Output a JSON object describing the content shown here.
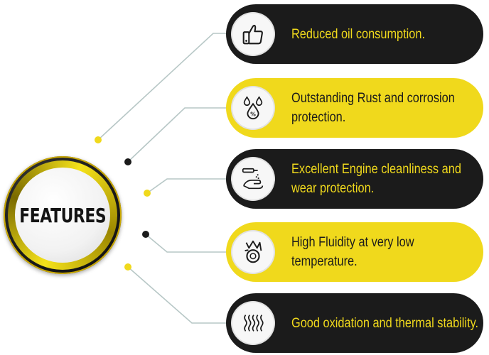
{
  "hub": {
    "label": "FEATURES"
  },
  "features": [
    {
      "text": "Reduced oil consumption.",
      "icon": "thumbs-up-icon",
      "style": "dark"
    },
    {
      "text": "Outstanding Rust and corrosion protection.",
      "icon": "droplets-percent-icon",
      "style": "yellow"
    },
    {
      "text": "Excellent Engine cleanliness and wear protection.",
      "icon": "hand-wash-icon",
      "style": "dark"
    },
    {
      "text": "High Fluidity at very low temperature.",
      "icon": "snowflake-flame-icon",
      "style": "yellow"
    },
    {
      "text": "Good oxidation and thermal stability.",
      "icon": "heat-waves-icon",
      "style": "dark"
    }
  ],
  "colors": {
    "dark": "#1b1b1b",
    "yellow": "#f0d91c",
    "connector": "#b7c7c6"
  }
}
